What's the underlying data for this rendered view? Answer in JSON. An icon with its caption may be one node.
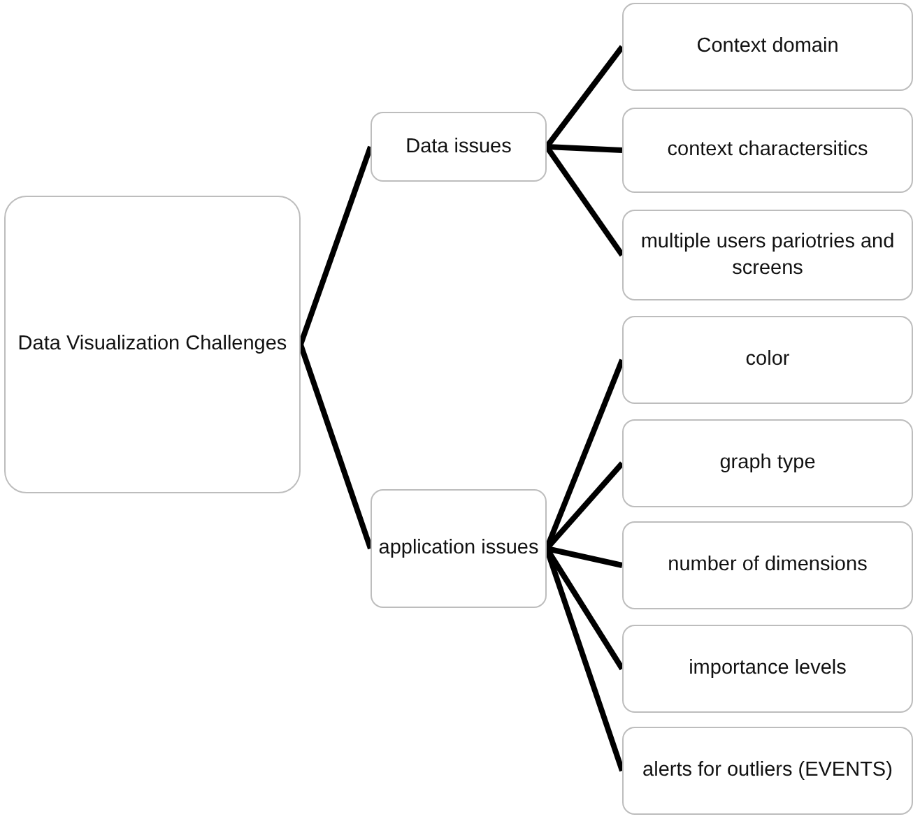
{
  "diagram": {
    "nodes": [
      {
        "text": [
          "Data Visualization Challenges"
        ]
      },
      {
        "text": [
          "Data issues"
        ]
      },
      {
        "text": [
          "application issues"
        ]
      },
      {
        "text": [
          "Context domain"
        ]
      },
      {
        "text": [
          "context charactersitics"
        ]
      },
      {
        "text": [
          "multiple users pariotries and screens"
        ]
      },
      {
        "text": [
          "color"
        ]
      },
      {
        "text": [
          "graph type"
        ]
      },
      {
        "text": [
          "number of dimensions"
        ]
      },
      {
        "text": [
          "importance levels"
        ]
      },
      {
        "text": [
          "alerts for outliers (EVENTS)"
        ]
      }
    ],
    "edges": [
      {
        "from": 0,
        "to": 1,
        "arrow": "none"
      },
      {
        "from": 0,
        "to": 2,
        "arrow": "none"
      },
      {
        "from": 1,
        "to": 3,
        "arrow": "none"
      },
      {
        "from": 1,
        "to": 4,
        "arrow": "none"
      },
      {
        "from": 1,
        "to": 5,
        "arrow": "none"
      },
      {
        "from": 2,
        "to": 6,
        "arrow": "none"
      },
      {
        "from": 2,
        "to": 7,
        "arrow": "none"
      },
      {
        "from": 2,
        "to": 8,
        "arrow": "none"
      },
      {
        "from": 2,
        "to": 9,
        "arrow": "none"
      },
      {
        "from": 2,
        "to": 10,
        "arrow": "none"
      }
    ]
  }
}
